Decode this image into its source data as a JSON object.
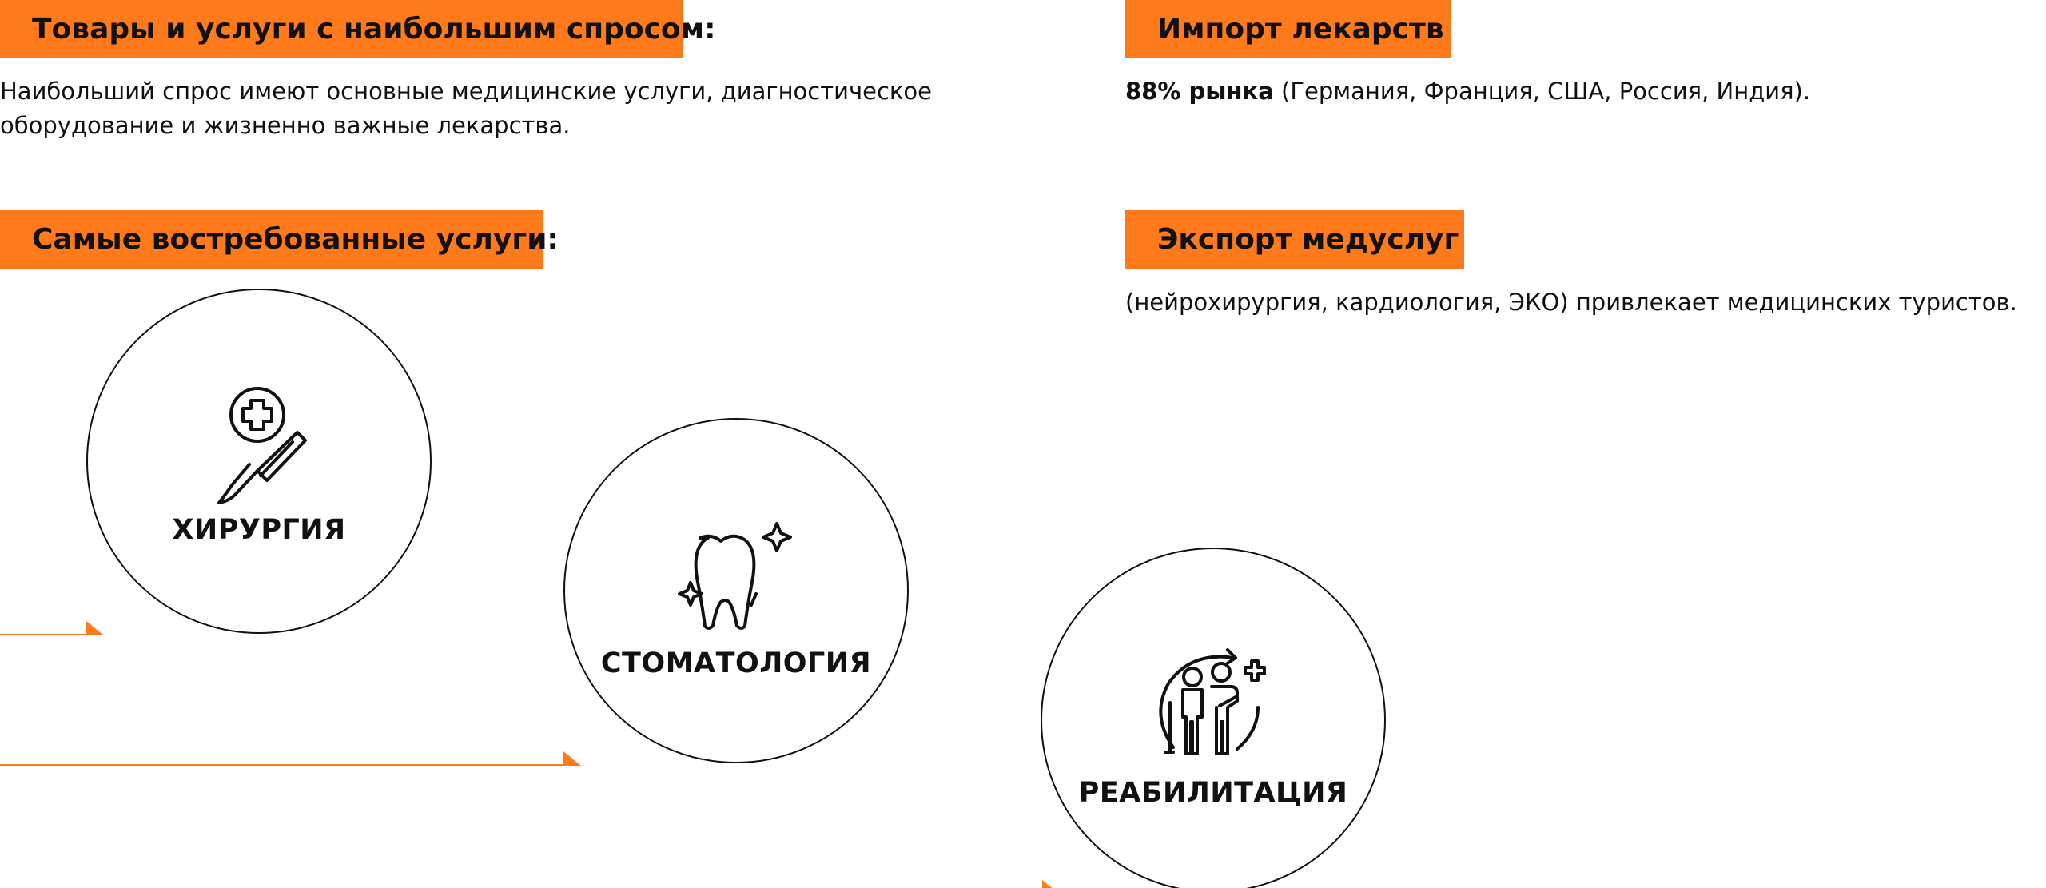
{
  "left": {
    "demand_heading": "Товары и услуги с наибольшим спросом:",
    "demand_text": "Наибольший спрос имеют основные медицинские услуги, диагностическое оборудование и жизненно важные лекарства.",
    "services_heading": "Самые востребованные услуги:"
  },
  "services": [
    {
      "label": "ХИРУРГИЯ",
      "icon": "scalpel-cross-icon"
    },
    {
      "label": "СТОМАТОЛОГИЯ",
      "icon": "tooth-sparkle-icon"
    },
    {
      "label": "РЕАБИЛИТАЦИЯ",
      "icon": "rehabilitation-people-icon"
    }
  ],
  "right": {
    "import_heading": "Импорт лекарств",
    "import_bold": "88% рынка",
    "import_rest": " (Германия, Франция, США, Россия, Индия).",
    "export_heading": "Экспорт медуслуг",
    "export_text": "(нейрохирургия, кардиология, ЭКО) привлекает медицинских туристов."
  },
  "colors": {
    "accent": "#FF7A1A",
    "text": "#111111",
    "background": "#FFFFFF"
  }
}
